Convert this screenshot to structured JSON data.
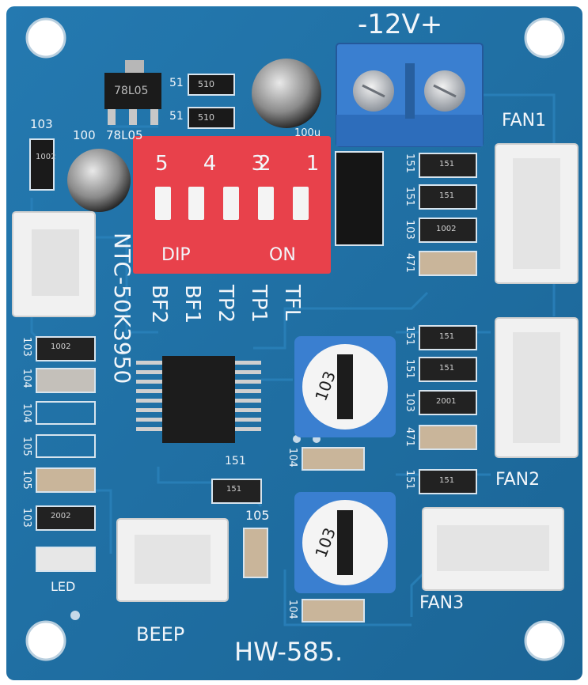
{
  "board": {
    "model": "HW-585.",
    "voltage": "-12V+",
    "sensor_label": "NTC-50K3950",
    "colors": {
      "pcb": "#1f6fa3",
      "pcb_dark": "#175a88",
      "silkscreen": "#f2f6fa",
      "terminal_block": "#3a7fd0",
      "dip_switch": "#e8414b",
      "connector": "#f1f1f1"
    }
  },
  "connectors": {
    "fan1": "FAN1",
    "fan2": "FAN2",
    "fan3": "FAN3",
    "beep": "BEEP",
    "led": "LED"
  },
  "dip_switch": {
    "left_numbers": "5 4 3",
    "right_numbers": "2 1",
    "dip_label": "DIP",
    "on_label": "ON",
    "channels": [
      "TFL",
      "TP1",
      "TP2",
      "BF1",
      "BF2"
    ]
  },
  "component_markings": {
    "regulator": "78L05",
    "cap_100": "100",
    "cap_100u": "100u",
    "r_510_a": "510",
    "r_510_b": "510",
    "label_51_a": "51",
    "label_51_b": "51",
    "label_103_top": "103",
    "label_151_chip": "151",
    "label_105": "105",
    "label_104_pot1": "104",
    "label_104_pot2": "104",
    "left_column": [
      "103",
      "104",
      "104",
      "105",
      "105",
      "103"
    ],
    "right_group1": [
      "151",
      "151",
      "103",
      "471"
    ],
    "right_group2": [
      "151",
      "151",
      "103",
      "471"
    ],
    "right_151_bottom": "151",
    "pot_value": "103",
    "smd_1002": "1002",
    "smd_151": "151",
    "smd_2001": "2001",
    "smd_2002": "2002"
  }
}
